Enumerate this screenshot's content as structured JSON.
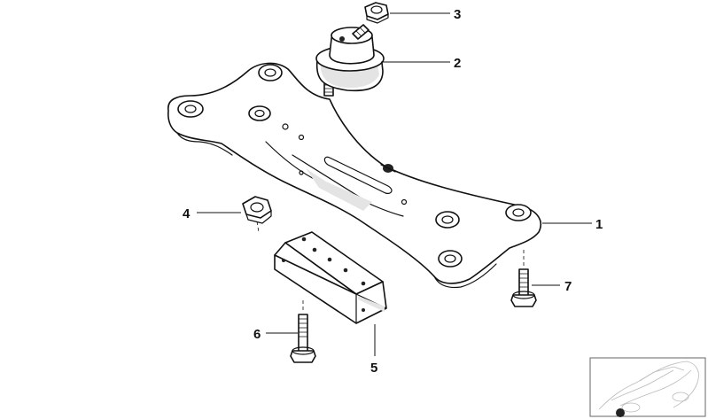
{
  "diagram": {
    "parts": [
      {
        "id": "crossmember",
        "callout": "1"
      },
      {
        "id": "rubber-mount",
        "callout": "2"
      },
      {
        "id": "top-nut",
        "callout": "3"
      },
      {
        "id": "side-nut",
        "callout": "4"
      },
      {
        "id": "support-bracket",
        "callout": "5"
      },
      {
        "id": "bracket-bolt",
        "callout": "6"
      },
      {
        "id": "crossmember-bolt",
        "callout": "7"
      }
    ],
    "thumbnail": {
      "icon": "vehicle-location-icon"
    }
  }
}
